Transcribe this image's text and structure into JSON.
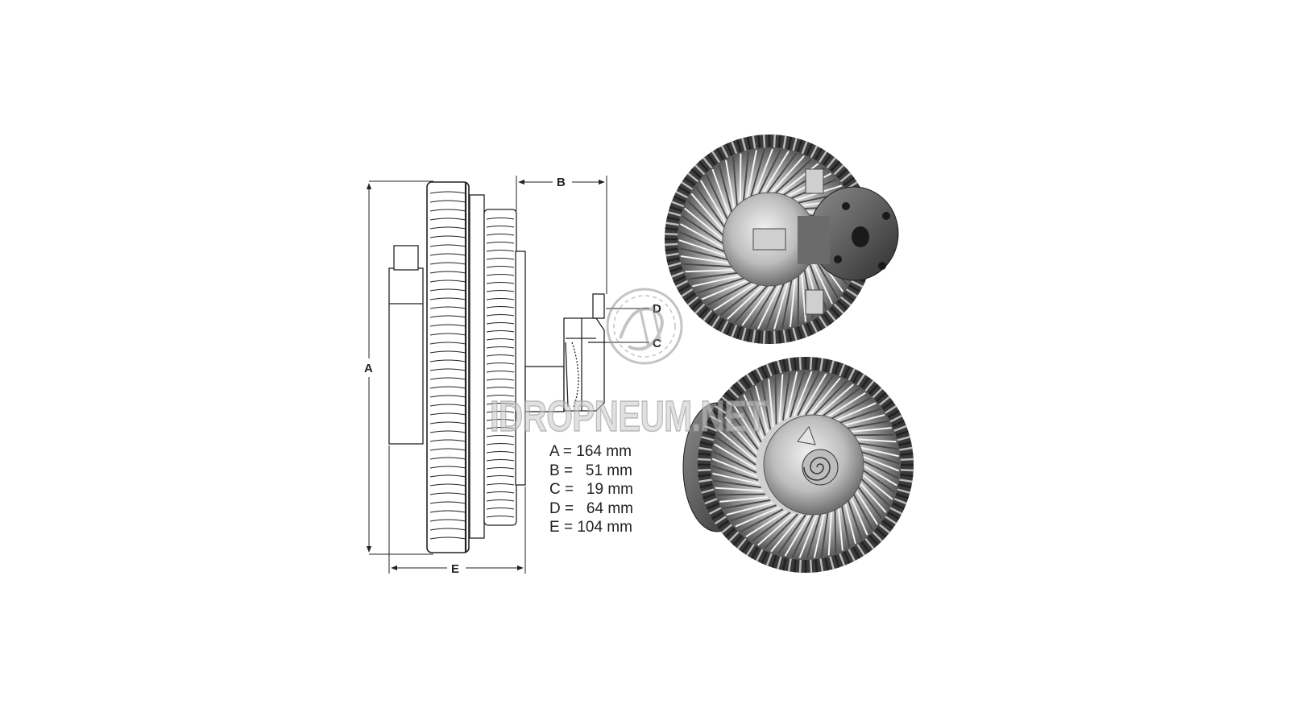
{
  "diagram": {
    "dimension_labels": {
      "A": "A",
      "B": "B",
      "C": "C",
      "D": "D",
      "E": "E"
    },
    "specs": [
      {
        "text": "A = 164 mm"
      },
      {
        "text": "B =   51 mm"
      },
      {
        "text": "C =   19 mm"
      },
      {
        "text": "D =   64 mm"
      },
      {
        "text": "E = 104 mm"
      }
    ]
  },
  "watermark": {
    "text": "IDROPNEUM.NET"
  },
  "colors": {
    "line": "#222222",
    "metal_light": "#d9d9d9",
    "metal_mid": "#9a9a9a",
    "metal_dark": "#3a3a3a"
  }
}
